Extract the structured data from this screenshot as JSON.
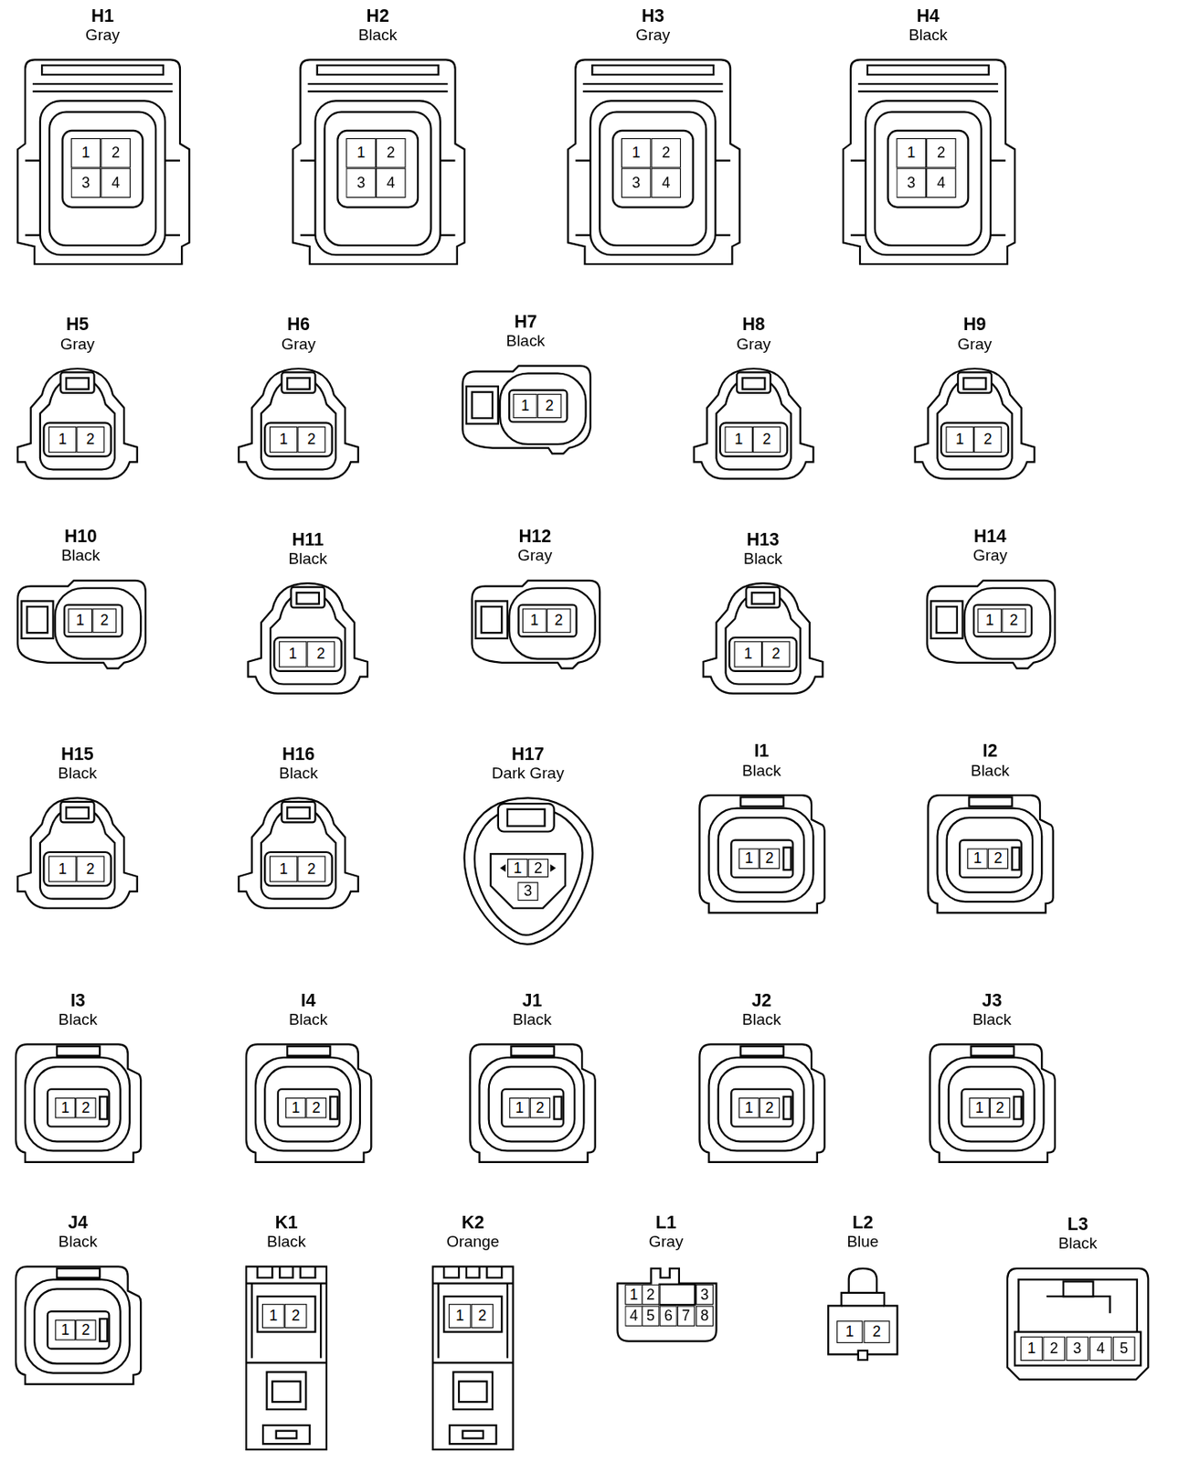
{
  "diagram": {
    "nodes": [
      {
        "text": [
          "H1",
          "Gray",
          "1",
          "2",
          "3",
          "4"
        ]
      },
      {
        "text": [
          "H2",
          "Black",
          "1",
          "2",
          "3",
          "4"
        ]
      },
      {
        "text": [
          "H3",
          "Gray",
          "1",
          "2",
          "3",
          "4"
        ]
      },
      {
        "text": [
          "H4",
          "Black",
          "1",
          "2",
          "3",
          "4"
        ]
      },
      {
        "text": [
          "H5",
          "Gray",
          "1",
          "2"
        ]
      },
      {
        "text": [
          "H6",
          "Gray",
          "1",
          "2"
        ]
      },
      {
        "text": [
          "H7",
          "Black",
          "1",
          "2"
        ]
      },
      {
        "text": [
          "H8",
          "Gray",
          "1",
          "2"
        ]
      },
      {
        "text": [
          "H9",
          "Gray",
          "1",
          "2"
        ]
      },
      {
        "text": [
          "H10",
          "Black",
          "1",
          "2"
        ]
      },
      {
        "text": [
          "H11",
          "Black",
          "1",
          "2"
        ]
      },
      {
        "text": [
          "H12",
          "Gray",
          "1",
          "2"
        ]
      },
      {
        "text": [
          "H13",
          "Black",
          "1",
          "2"
        ]
      },
      {
        "text": [
          "H14",
          "Gray",
          "1",
          "2"
        ]
      },
      {
        "text": [
          "H15",
          "Black",
          "1",
          "2"
        ]
      },
      {
        "text": [
          "H16",
          "Black",
          "1",
          "2"
        ]
      },
      {
        "text": [
          "H17",
          "Dark Gray",
          "1",
          "2",
          "3"
        ]
      },
      {
        "text": [
          "I1",
          "Black",
          "1",
          "2"
        ]
      },
      {
        "text": [
          "I2",
          "Black",
          "1",
          "2"
        ]
      },
      {
        "text": [
          "I3",
          "Black",
          "1",
          "2"
        ]
      },
      {
        "text": [
          "I4",
          "Black",
          "1",
          "2"
        ]
      },
      {
        "text": [
          "J1",
          "Black",
          "1",
          "2"
        ]
      },
      {
        "text": [
          "J2",
          "Black",
          "1",
          "2"
        ]
      },
      {
        "text": [
          "J3",
          "Black",
          "1",
          "2"
        ]
      },
      {
        "text": [
          "J4",
          "Black",
          "1",
          "2"
        ]
      },
      {
        "text": [
          "K1",
          "Black",
          "1",
          "2"
        ]
      },
      {
        "text": [
          "K2",
          "Orange",
          "1",
          "2"
        ]
      },
      {
        "text": [
          "L1",
          "Gray",
          "1",
          "2",
          "3",
          "4",
          "5",
          "6",
          "7",
          "8"
        ]
      },
      {
        "text": [
          "L2",
          "Blue",
          "1",
          "2"
        ]
      },
      {
        "text": [
          "L3",
          "Black",
          "1",
          "2",
          "3",
          "4",
          "5"
        ]
      }
    ]
  }
}
